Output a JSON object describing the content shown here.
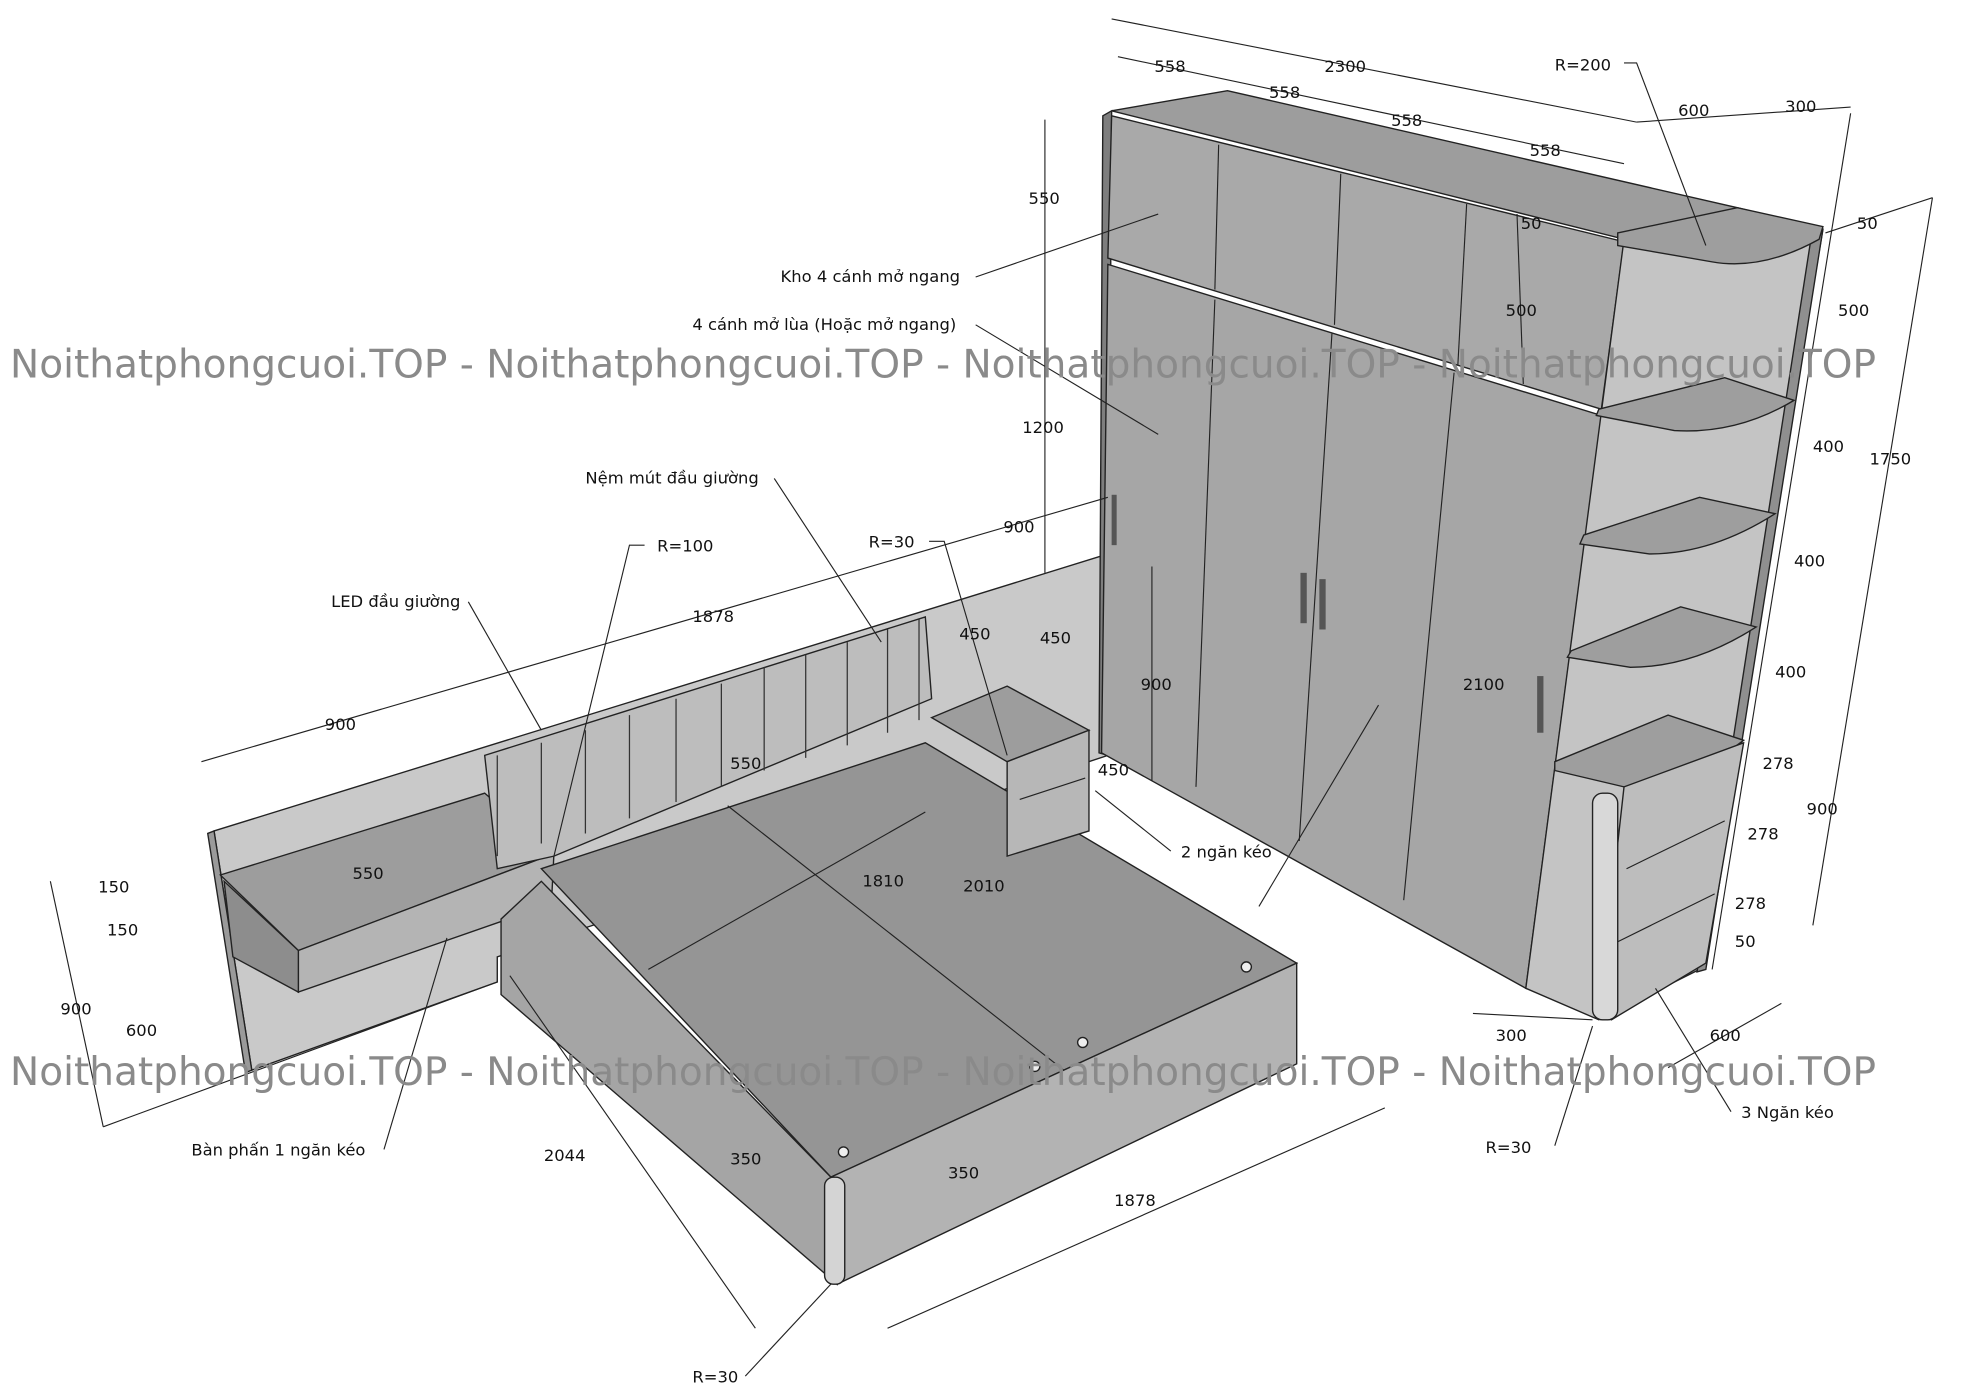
{
  "watermark": "Noithatphongcuoi.TOP - Noithatphongcuoi.TOP - Noithatphongcuoi.TOP - Noithatphongcuoi.TOP",
  "labels": {
    "kho": "Kho 4 cánh mở ngang",
    "doors": "4 cánh mở lùa (Hoặc mở ngang)",
    "nem": "Nệm mút đầu giường",
    "led": "LED đầu giường",
    "r100": "R=100",
    "r30_head": "R=30",
    "r200": "R=200",
    "drawers2": "2 ngăn kéo",
    "drawers3": "3 Ngăn kéo",
    "r30_shelf": "R=30",
    "ban_phan": "Bàn phấn 1 ngăn kéo",
    "r30_bed": "R=30"
  },
  "dimensions": {
    "w2300": "2300",
    "d558a": "558",
    "d558b": "558",
    "d558c": "558",
    "d558d": "558",
    "h550": "550",
    "h1200": "1200",
    "d600top": "600",
    "d300top": "300",
    "d50a": "50",
    "d50b": "50",
    "h500a": "500",
    "h500b": "500",
    "h400a": "400",
    "h400b": "400",
    "h400c": "400",
    "h1750": "1750",
    "h2100": "2100",
    "h900ward": "900",
    "w900wall": "900",
    "d278a": "278",
    "d278b": "278",
    "d278c": "278",
    "h900shelf": "900",
    "d50c": "50",
    "d300bot": "300",
    "d600bot": "600",
    "w1878top": "1878",
    "w900left": "900",
    "h550head": "550",
    "ns450a": "450",
    "ns450b": "450",
    "ns450c": "450",
    "d550table": "550",
    "h150a": "150",
    "h150b": "150",
    "h600": "600",
    "h900left": "900",
    "l1810": "1810",
    "l2010": "2010",
    "l2044": "2044",
    "h350a": "350",
    "h350b": "350",
    "w1878bot": "1878"
  }
}
